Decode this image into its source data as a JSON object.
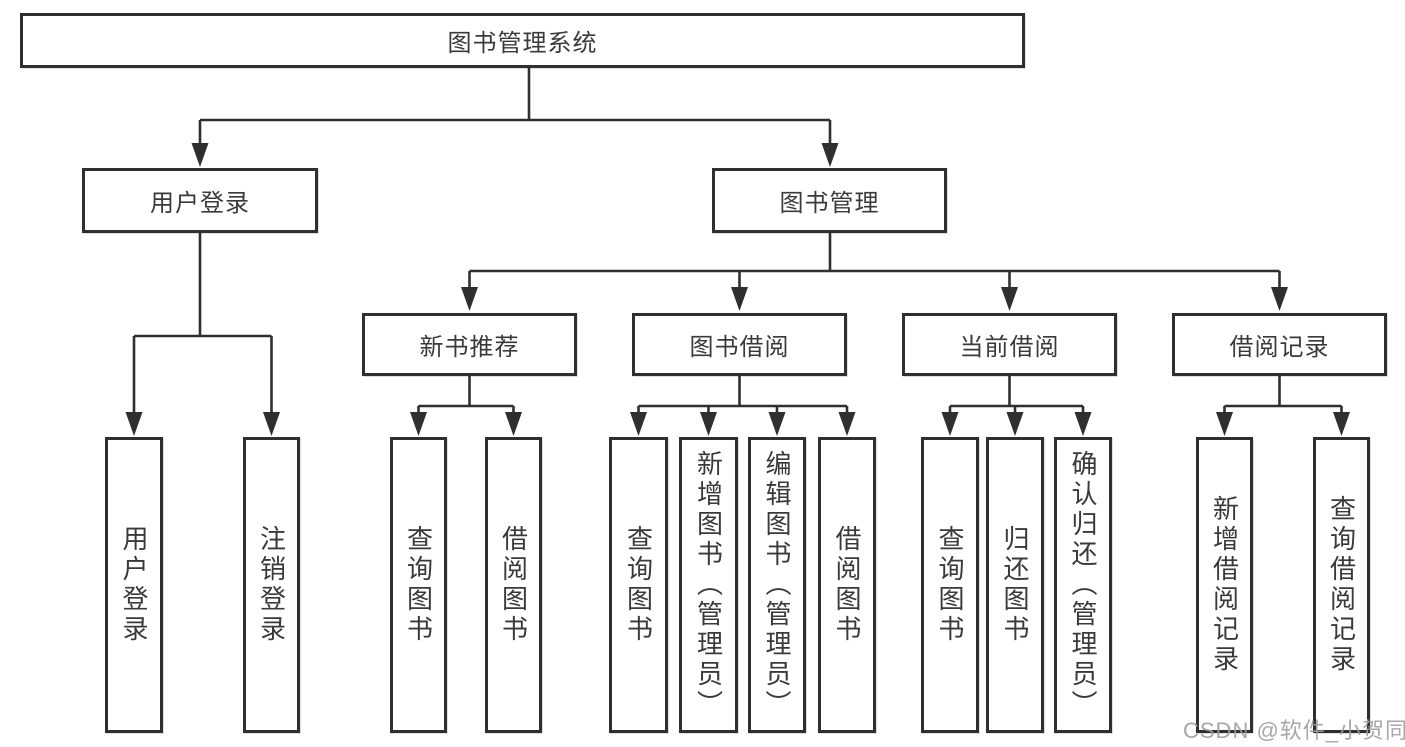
{
  "diagram": {
    "root": {
      "label": "图书管理系统"
    },
    "level1": [
      {
        "label": "用户登录"
      },
      {
        "label": "图书管理"
      }
    ],
    "level2": [
      {
        "label": "新书推荐"
      },
      {
        "label": "图书借阅"
      },
      {
        "label": "当前借阅"
      },
      {
        "label": "借阅记录"
      }
    ],
    "leaves_user_login": [
      {
        "label": "用户登录"
      },
      {
        "label": "注销登录"
      }
    ],
    "leaves_new_books": [
      {
        "label": "查询图书"
      },
      {
        "label": "借阅图书"
      }
    ],
    "leaves_book_borrow": [
      {
        "label": "查询图书"
      },
      {
        "label": "新增图书（管理员）"
      },
      {
        "label": "编辑图书（管理员）"
      },
      {
        "label": "借阅图书"
      }
    ],
    "leaves_current_borrow": [
      {
        "label": "查询图书"
      },
      {
        "label": "归还图书"
      },
      {
        "label": "确认归还（管理员）"
      }
    ],
    "leaves_borrow_records": [
      {
        "label": "新增借阅记录"
      },
      {
        "label": "查询借阅记录"
      }
    ],
    "watermark": "CSDN @软件_小贺同学",
    "colors": {
      "line": "#2f2f2f",
      "text": "#3a3a3a",
      "watermark": "#9e9e9e",
      "background": "#ffffff"
    }
  }
}
